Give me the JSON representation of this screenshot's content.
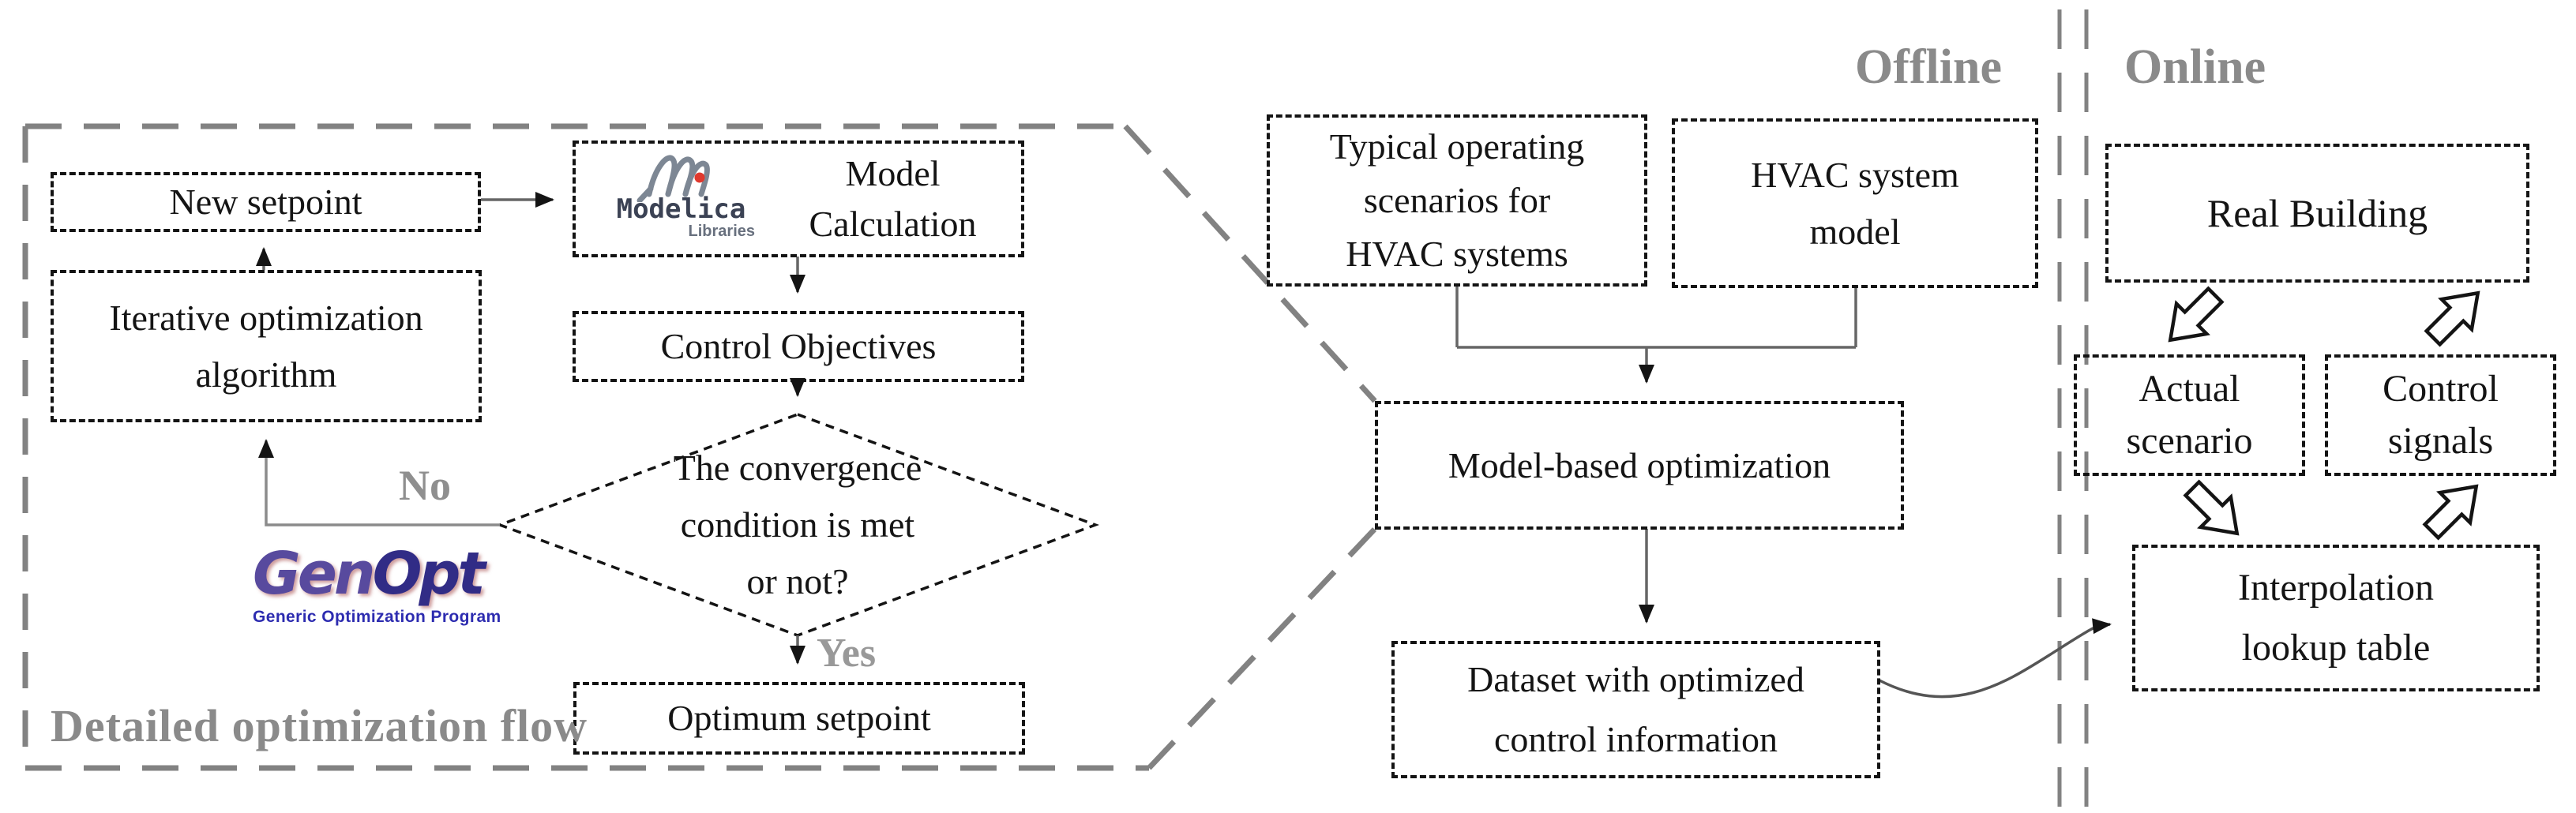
{
  "labels": {
    "offline": "Offline",
    "online": "Online",
    "detail_caption": "Detailed optimization flow",
    "no": "No",
    "yes": "Yes"
  },
  "detail_flow": {
    "new_setpoint": {
      "lines": [
        "New setpoint"
      ]
    },
    "iterative_algorithm": {
      "lines": [
        "Iterative optimization",
        "algorithm"
      ]
    },
    "model_calculation": {
      "lines": [
        "Model",
        "Calculation"
      ]
    },
    "control_objectives": {
      "lines": [
        "Control Objectives"
      ]
    },
    "convergence_decision": {
      "lines": [
        "The convergence",
        "condition is met",
        "or not?"
      ]
    },
    "optimum_setpoint": {
      "lines": [
        "Optimum setpoint"
      ]
    },
    "genopt_logo": {
      "gen": "Gen",
      "opt": "Opt",
      "subtitle": "Generic Optimization Program"
    },
    "modelica_logo": {
      "name": "Modelica",
      "sub": "Libraries"
    }
  },
  "offline_flow": {
    "typical_scenarios": {
      "lines": [
        "Typical operating",
        "scenarios for",
        "HVAC systems"
      ]
    },
    "hvac_model": {
      "lines": [
        "HVAC system",
        "model"
      ]
    },
    "model_based_optimization": {
      "lines": [
        "Model-based optimization"
      ]
    },
    "dataset": {
      "lines": [
        "Dataset with optimized",
        "control information"
      ]
    }
  },
  "online_flow": {
    "real_building": {
      "lines": [
        "Real Building"
      ]
    },
    "actual_scenario": {
      "lines": [
        "Actual",
        "scenario"
      ]
    },
    "control_signals": {
      "lines": [
        "Control",
        "signals"
      ]
    },
    "interpolation_table": {
      "lines": [
        "Interpolation",
        "lookup table"
      ]
    }
  },
  "colors": {
    "divider_gray": "#828282",
    "caption_gray": "#8a8a8a",
    "box_border": "#141414",
    "connector_gray": "#666666",
    "genopt_purple": "#584a9e",
    "genopt_navy": "#312c86",
    "genopt_subtitle_blue": "#2d2cb0",
    "modelica_text": "#3b4254",
    "modelica_stroke": "#7d8794",
    "modelica_red": "#e0392e"
  }
}
